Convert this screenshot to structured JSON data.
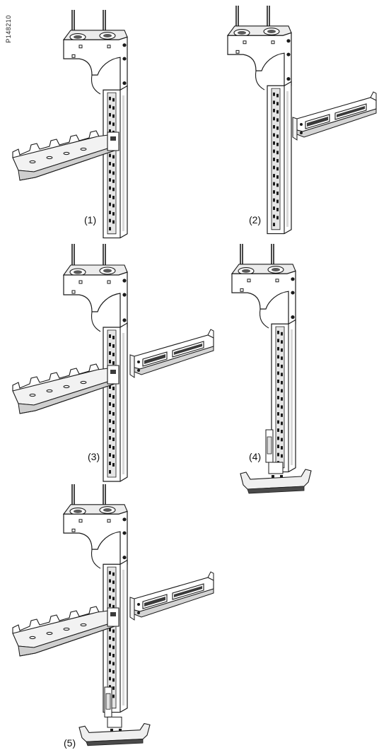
{
  "document_id": "P148210",
  "figures": [
    {
      "id": "1",
      "label": "(1)",
      "components": [
        "vertical-rail",
        "top-bracket",
        "left-cable-tray"
      ]
    },
    {
      "id": "2",
      "label": "(2)",
      "components": [
        "vertical-rail",
        "top-bracket",
        "right-arm"
      ]
    },
    {
      "id": "3",
      "label": "(3)",
      "components": [
        "vertical-rail",
        "top-bracket",
        "left-cable-tray",
        "right-arm"
      ]
    },
    {
      "id": "4",
      "label": "(4)",
      "components": [
        "vertical-rail",
        "top-bracket",
        "foot-tray"
      ]
    },
    {
      "id": "5",
      "label": "(5)",
      "components": [
        "vertical-rail",
        "top-bracket",
        "left-cable-tray",
        "right-arm",
        "foot-tray"
      ]
    }
  ],
  "colors": {
    "line": "#1a1a1a",
    "fill": "#ffffff",
    "shade": "#d9d9d9",
    "dark": "#4a4a4a"
  }
}
